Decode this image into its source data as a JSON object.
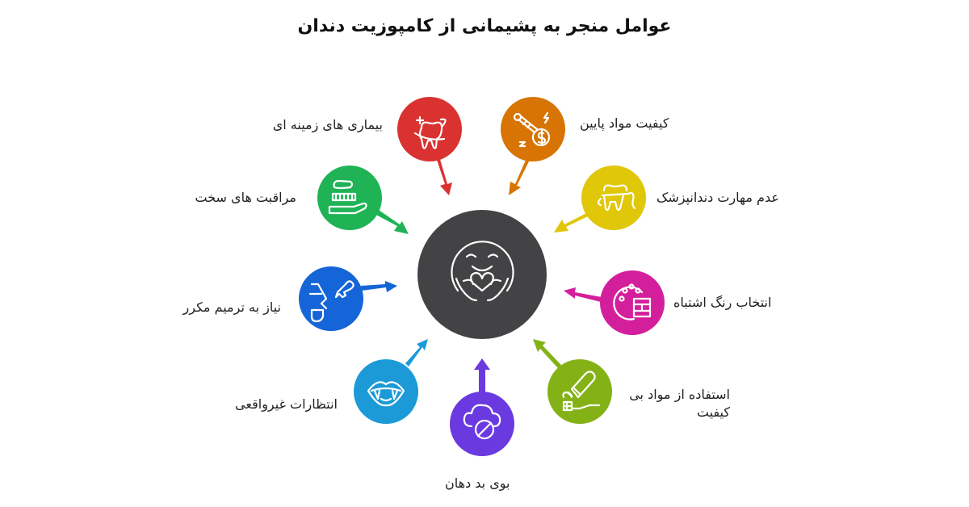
{
  "title": "عوامل منجر به پشیمانی از کامپوزیت دندان",
  "center": {
    "icon": "hugging-face-icon",
    "color": "#434244"
  },
  "factors": [
    {
      "id": "underlying-diseases",
      "label": "بیماری های زمینه ای",
      "color": "#d93230",
      "icon": "sick-tooth-icon"
    },
    {
      "id": "low-quality-materials",
      "label": "کیفیت مواد پایین",
      "color": "#d87404",
      "icon": "cheap-tool-dollar-icon"
    },
    {
      "id": "dentist-inexperience",
      "label": "عدم مهارت دندانپزشک",
      "color": "#e0c70a",
      "icon": "tooth-crown-icon"
    },
    {
      "id": "hard-care",
      "label": "مراقبت های سخت",
      "color": "#1fb356",
      "icon": "toothbrush-icon"
    },
    {
      "id": "wrong-color",
      "label": "انتخاب رنگ اشتباه",
      "color": "#d41f9c",
      "icon": "color-palette-icon"
    },
    {
      "id": "repeated-repair",
      "label": "نیاز به ترمیم مکرر",
      "color": "#1565d8",
      "icon": "dental-tools-icon"
    },
    {
      "id": "poor-materials",
      "label": "استفاده از مواد بی کیفیت",
      "label_line1": "استفاده از مواد بی",
      "label_line2": "کیفیت",
      "color": "#84b216",
      "icon": "toothpaste-icon"
    },
    {
      "id": "unrealistic-expectations",
      "label": "انتظارات غیرواقعی",
      "color": "#1c9ad8",
      "icon": "fangs-mouth-icon"
    },
    {
      "id": "bad-breath",
      "label": "بوی بد دهان",
      "color": "#6a3ae0",
      "icon": "no-smell-cloud-icon"
    }
  ]
}
